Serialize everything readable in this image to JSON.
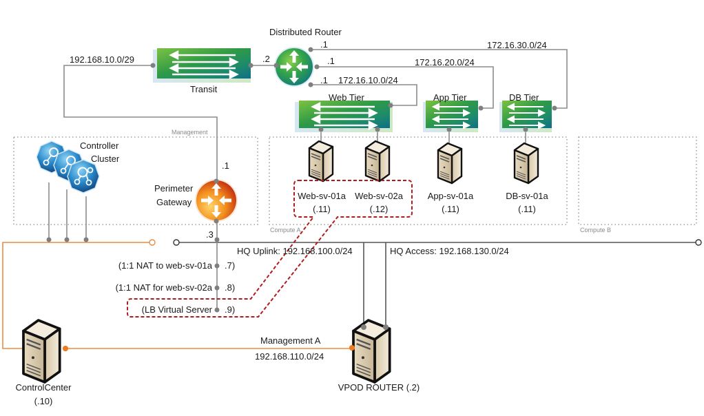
{
  "diagram": {
    "zones": {
      "management": "Management",
      "compute_a": "Compute A",
      "compute_b": "Compute B"
    },
    "nodes": {
      "distributed_router": "Distributed Router",
      "transit": "Transit",
      "web_tier": "Web Tier",
      "app_tier": "App Tier",
      "db_tier": "DB Tier",
      "controller_cluster_line1": "Controller",
      "controller_cluster_line2": "Cluster",
      "perimeter_gateway_line1": "Perimeter",
      "perimeter_gateway_line2": "Gateway",
      "control_center_name": "ControlCenter",
      "control_center_ip": "(.10)",
      "vpod_router": "VPOD ROUTER (.2)"
    },
    "servers": [
      {
        "name": "Web-sv-01a",
        "ip": "(.11)"
      },
      {
        "name": "Web-sv-02a",
        "ip": "(.12)"
      },
      {
        "name": "App-sv-01a",
        "ip": "(.11)"
      },
      {
        "name": "DB-sv-01a",
        "ip": "(.11)"
      }
    ],
    "networks": {
      "transit_net": "192.168.10.0/29",
      "db_net": "172.16.30.0/24",
      "app_net": "172.16.20.0/24",
      "web_net": "172.16.10.0/24",
      "hq_uplink": "HQ Uplink: 192.168.100.0/24",
      "hq_access": "HQ Access: 192.168.130.0/24",
      "mgmt_a_name": "Management A",
      "mgmt_a_net": "192.168.110.0/24"
    },
    "interfaces": {
      "dr_transit": ".2",
      "dr_db": ".1",
      "dr_app": ".1",
      "dr_web": ".1",
      "pg_transit": ".1",
      "pg_uplink": ".3"
    },
    "nat_entries": [
      {
        "label": "(1:1 NAT to web-sv-01a",
        "ip": ".7)"
      },
      {
        "label": "(1:1 NAT for web-sv-02a",
        "ip": ".8)"
      },
      {
        "label": "(LB Virtual Server",
        "ip": ".9)"
      }
    ],
    "colors": {
      "orange_link": "#ec8b3f",
      "callout_red": "#b01c1c",
      "switch_green": "#3f9f3a",
      "router_green": "#4aa83a",
      "edge_orange": "#f08a1c",
      "controller_blue": "#1e6fb0"
    }
  }
}
